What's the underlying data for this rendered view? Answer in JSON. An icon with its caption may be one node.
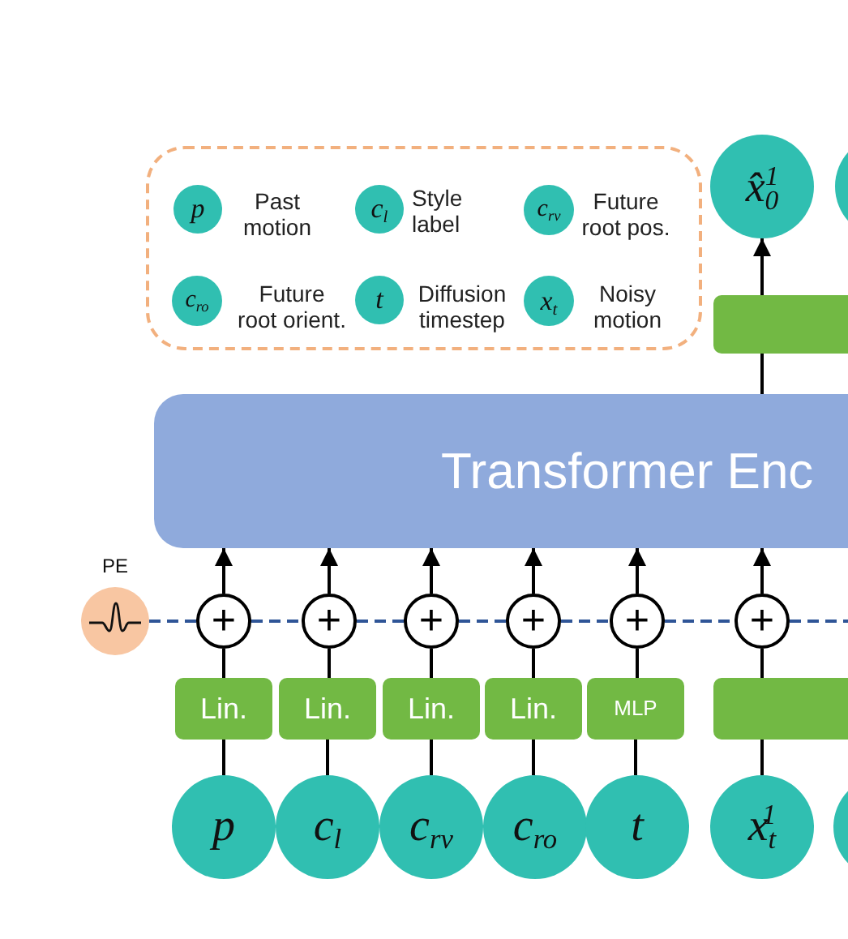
{
  "diagram": {
    "nodes": [
      {
        "text": [],
        "shape": "box"
      },
      {
        "text": [
          "p"
        ],
        "beside": [
          "Past motion"
        ],
        "in": 0
      },
      {
        "text": [
          "c$_{l}$"
        ],
        "beside": [
          "Style label"
        ],
        "in": 0
      },
      {
        "text": [
          "c$_{rv}$"
        ],
        "beside": [
          "Future root pos."
        ],
        "in": 0
      },
      {
        "text": [
          "c$_{ro}$"
        ],
        "beside": [
          "Future root orient."
        ],
        "in": 0
      },
      {
        "text": [
          "t"
        ],
        "beside": [
          "Diffusion timestep"
        ],
        "in": 0
      },
      {
        "text": [
          "x$_{t}$"
        ],
        "beside": [
          "Noisy motion"
        ],
        "in": 0
      },
      {
        "text": [
          "x̂$_{0}$$^{1}$"
        ]
      },
      {
        "text": [],
        "shape": "circle"
      },
      {
        "text": [],
        "shape": "box"
      },
      {
        "text": [
          "Transformer Enc"
        ]
      },
      {
        "text": [
          "PE"
        ]
      },
      {
        "text": [
          "+"
        ]
      },
      {
        "text": [
          "+"
        ]
      },
      {
        "text": [
          "+"
        ]
      },
      {
        "text": [
          "+"
        ]
      },
      {
        "text": [
          "+"
        ]
      },
      {
        "text": [
          "+"
        ]
      },
      {
        "text": [
          "Lin."
        ]
      },
      {
        "text": [
          "Lin."
        ]
      },
      {
        "text": [
          "Lin."
        ]
      },
      {
        "text": [
          "Lin."
        ]
      },
      {
        "text": [
          "MLP"
        ]
      },
      {
        "text": [],
        "shape": "box"
      },
      {
        "text": [
          "p"
        ]
      },
      {
        "text": [
          "c$_{l}$"
        ]
      },
      {
        "text": [
          "c$_{rv}$"
        ]
      },
      {
        "text": [
          "c$_{ro}$"
        ]
      },
      {
        "text": [
          "t"
        ]
      },
      {
        "text": [
          "x$_{t}$$^{1}$"
        ]
      },
      {
        "text": [],
        "shape": "circle"
      }
    ],
    "edges": [
      {
        "from": 9,
        "to": 7,
        "arrow": "to"
      },
      {
        "from": 10,
        "to": 9,
        "arrow": "none"
      },
      {
        "from": 12,
        "to": 10,
        "arrow": "to"
      },
      {
        "from": 13,
        "to": 10,
        "arrow": "to"
      },
      {
        "from": 14,
        "to": 10,
        "arrow": "to"
      },
      {
        "from": 15,
        "to": 10,
        "arrow": "to"
      },
      {
        "from": 16,
        "to": 10,
        "arrow": "to"
      },
      {
        "from": 17,
        "to": 10,
        "arrow": "to"
      },
      {
        "from": 11,
        "to": 12,
        "arrow": "none",
        "style": "dashed",
        "color": "#2f5597"
      },
      {
        "from": 12,
        "to": 13,
        "arrow": "none",
        "style": "dashed",
        "color": "#2f5597"
      },
      {
        "from": 13,
        "to": 14,
        "arrow": "none",
        "style": "dashed",
        "color": "#2f5597"
      },
      {
        "from": 14,
        "to": 15,
        "arrow": "none",
        "style": "dashed",
        "color": "#2f5597"
      },
      {
        "from": 15,
        "to": 16,
        "arrow": "none",
        "style": "dashed",
        "color": "#2f5597"
      },
      {
        "from": 16,
        "to": 17,
        "arrow": "none",
        "style": "dashed",
        "color": "#2f5597"
      },
      {
        "from": 17,
        "to": null,
        "arrow": "none",
        "style": "dashed",
        "color": "#2f5597"
      },
      {
        "from": 18,
        "to": 12,
        "arrow": "none"
      },
      {
        "from": 19,
        "to": 13,
        "arrow": "none"
      },
      {
        "from": 20,
        "to": 14,
        "arrow": "none"
      },
      {
        "from": 21,
        "to": 15,
        "arrow": "none"
      },
      {
        "from": 22,
        "to": 16,
        "arrow": "none"
      },
      {
        "from": 23,
        "to": 17,
        "arrow": "none"
      },
      {
        "from": 24,
        "to": 18,
        "arrow": "none"
      },
      {
        "from": 25,
        "to": 19,
        "arrow": "none"
      },
      {
        "from": 26,
        "to": 20,
        "arrow": "none"
      },
      {
        "from": 27,
        "to": 21,
        "arrow": "none"
      },
      {
        "from": 28,
        "to": 22,
        "arrow": "none"
      },
      {
        "from": 29,
        "to": 23,
        "arrow": "none"
      }
    ]
  }
}
